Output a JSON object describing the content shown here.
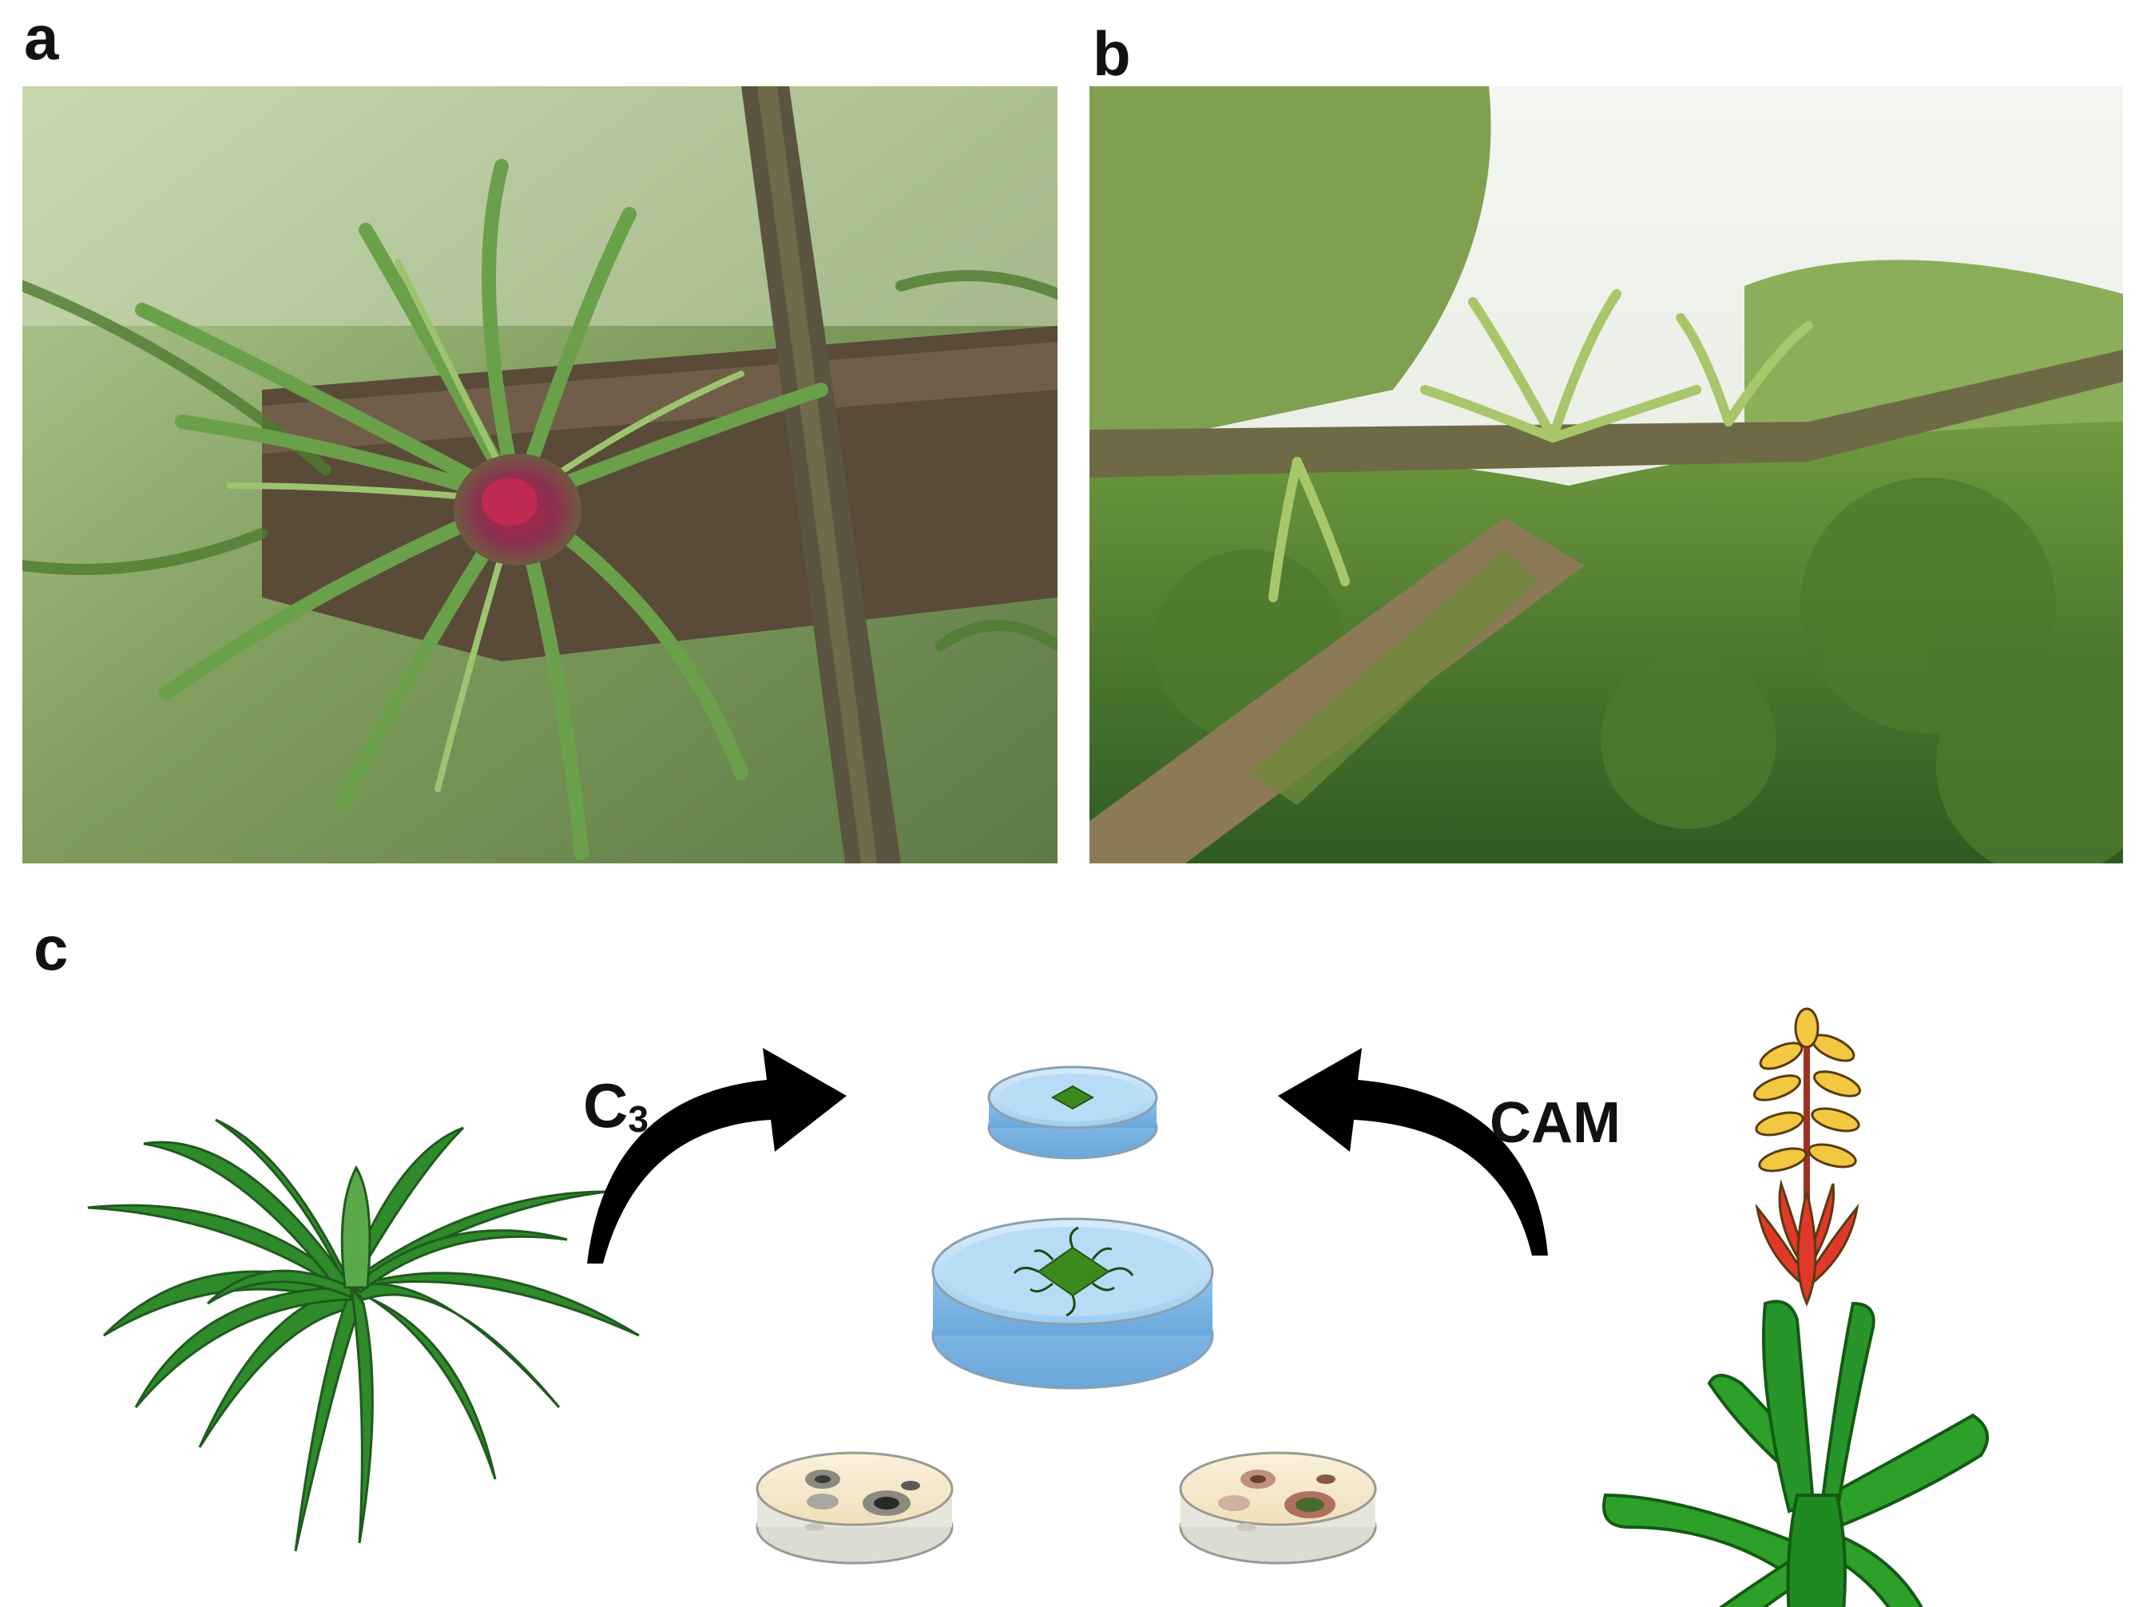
{
  "panels": {
    "a": {
      "letter": "a"
    },
    "b": {
      "letter": "b"
    },
    "c": {
      "letter": "c"
    }
  },
  "diagram": {
    "c3_label_main": "C",
    "c3_label_sub": "3",
    "cam_label": "CAM"
  },
  "colors": {
    "leaf_green": "#2f8a2a",
    "bromeliad_leaf": "#2da02a",
    "bract_red": "#e0382a",
    "flower_yellow": "#f2c840",
    "dish_blue": "#9fcdf0",
    "agar_cream": "#f2e3c0",
    "arrow": "#000000"
  }
}
